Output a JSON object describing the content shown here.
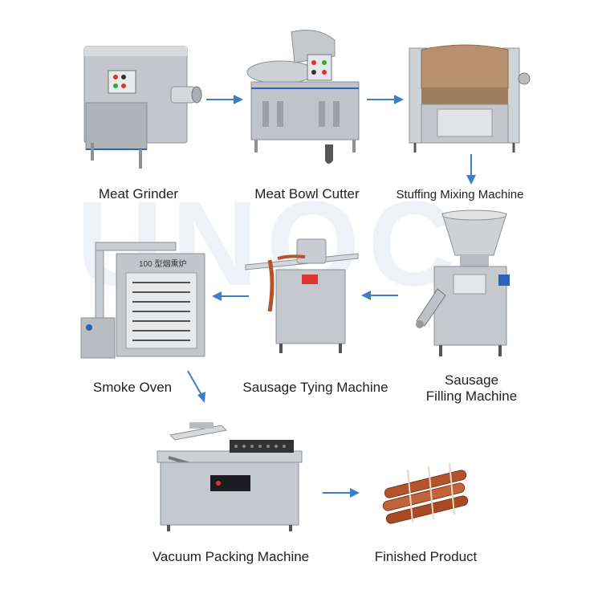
{
  "watermark": "UNOC",
  "colors": {
    "arrow": "#3d7fc4",
    "steel": "#b9bcc0",
    "steel_dark": "#8d9095",
    "steel_light": "#dde0e3",
    "sausage": "#b5542c",
    "panel_blue": "#2a63b8"
  },
  "steps": [
    {
      "id": "meat-grinder",
      "label": "Meat Grinder"
    },
    {
      "id": "meat-bowl-cutter",
      "label": "Meat Bowl Cutter"
    },
    {
      "id": "stuffing-mixing-machine",
      "label": "Stuffing Mixing Machine"
    },
    {
      "id": "sausage-filling-machine",
      "label_line1": "Sausage",
      "label_line2": "Filling Machine"
    },
    {
      "id": "sausage-tying-machine",
      "label": "Sausage Tying Machine"
    },
    {
      "id": "smoke-oven",
      "label": "Smoke Oven",
      "panel_text": "100 型烟熏炉"
    },
    {
      "id": "vacuum-packing-machine",
      "label": "Vacuum Packing Machine"
    },
    {
      "id": "finished-product",
      "label": "Finished Product"
    }
  ]
}
